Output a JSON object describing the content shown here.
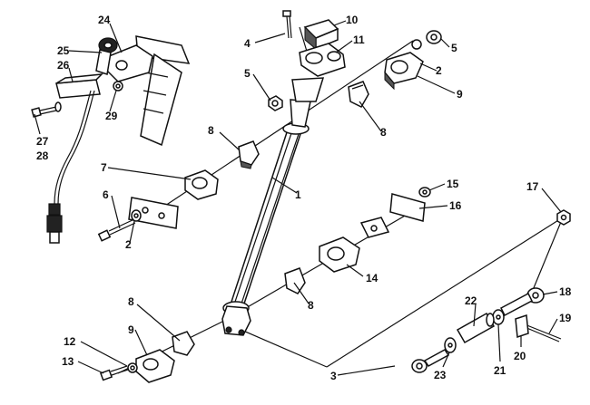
{
  "callouts": [
    {
      "id": "c1",
      "text": "1"
    },
    {
      "id": "c2a",
      "text": "2"
    },
    {
      "id": "c2b",
      "text": "2"
    },
    {
      "id": "c3",
      "text": "3"
    },
    {
      "id": "c4",
      "text": "4"
    },
    {
      "id": "c5a",
      "text": "5"
    },
    {
      "id": "c5b",
      "text": "5"
    },
    {
      "id": "c6",
      "text": "6"
    },
    {
      "id": "c7",
      "text": "7"
    },
    {
      "id": "c8a",
      "text": "8"
    },
    {
      "id": "c8b",
      "text": "8"
    },
    {
      "id": "c8c",
      "text": "8"
    },
    {
      "id": "c8d",
      "text": "8"
    },
    {
      "id": "c9a",
      "text": "9"
    },
    {
      "id": "c9b",
      "text": "9"
    },
    {
      "id": "c10",
      "text": "10"
    },
    {
      "id": "c11",
      "text": "11"
    },
    {
      "id": "c12",
      "text": "12"
    },
    {
      "id": "c13",
      "text": "13"
    },
    {
      "id": "c14",
      "text": "14"
    },
    {
      "id": "c15",
      "text": "15"
    },
    {
      "id": "c16",
      "text": "16"
    },
    {
      "id": "c17",
      "text": "17"
    },
    {
      "id": "c18",
      "text": "18"
    },
    {
      "id": "c19",
      "text": "19"
    },
    {
      "id": "c20",
      "text": "20"
    },
    {
      "id": "c21",
      "text": "21"
    },
    {
      "id": "c22",
      "text": "22"
    },
    {
      "id": "c23",
      "text": "23"
    },
    {
      "id": "c24",
      "text": "24"
    },
    {
      "id": "c25",
      "text": "25"
    },
    {
      "id": "c26",
      "text": "26"
    },
    {
      "id": "c27",
      "text": "27"
    },
    {
      "id": "c28",
      "text": "28"
    },
    {
      "id": "c29",
      "text": "29"
    }
  ]
}
